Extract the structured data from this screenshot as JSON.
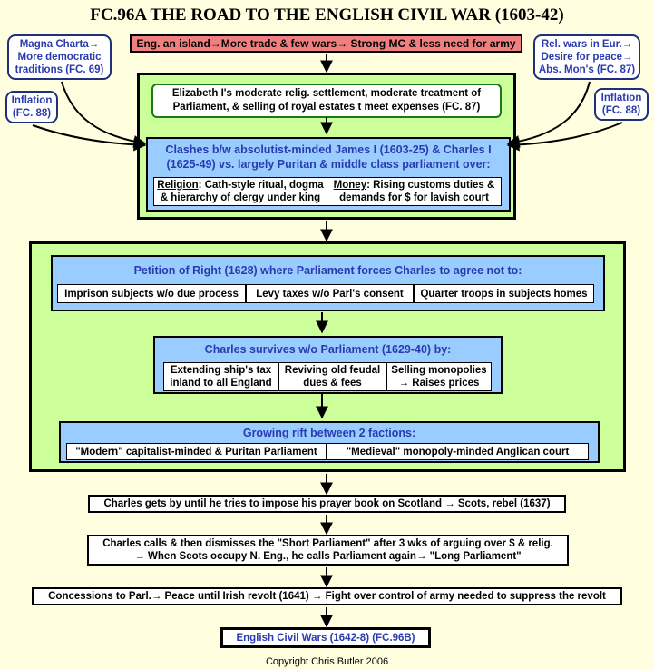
{
  "title": "FC.96A THE ROAD TO THE ENGLISH CIVIL WAR (1603-42)",
  "top_bar": "Eng. an island→More trade & few wars→ Strong MC & less need for army",
  "side_notes": {
    "left_top_line1": "Magna Charta→",
    "left_top_line2": "More democratic",
    "left_top_line3": "traditions (FC. 69)",
    "left_bottom_line1": "Inflation",
    "left_bottom_line2": "(FC. 88)",
    "right_top_line1": "Rel. wars in Eur.→",
    "right_top_line2": "Desire for peace→",
    "right_top_line3": "Abs. Mon's (FC. 87)",
    "right_bottom_line1": "Inflation",
    "right_bottom_line2": "(FC. 88)"
  },
  "elizabeth": {
    "line1": "Elizabeth I's moderate relig. settlement, moderate treatment of",
    "line2": "Parliament, & selling of royal estates t meet expenses (FC. 87)"
  },
  "clashes": {
    "line1": "Clashes b/w absolutist-minded James I (1603-25) & Charles I",
    "line2": "(1625-49) vs. largely Puritan & middle class parliament over:",
    "religion_label": "Religion",
    "religion_text1": ": Cath-style ritual, dogma",
    "religion_text2": "& hierarchy of clergy under king",
    "money_label": "Money",
    "money_text1": ": Rising customs duties &",
    "money_text2": "demands for $ for  lavish court"
  },
  "petition": {
    "header": "Petition of Right (1628) where Parliament forces Charles to agree not to:",
    "items": [
      "Imprison subjects w/o due process",
      "Levy taxes w/o Parl's consent",
      "Quarter troops in subjects homes"
    ]
  },
  "survives": {
    "header": "Charles survives w/o Parliament (1629-40) by:",
    "item1_line1": "Extending ship's tax",
    "item1_line2": "inland to all England",
    "item2_line1": "Reviving old feudal",
    "item2_line2": "dues & fees",
    "item3_line1": "Selling monopolies",
    "item3_line2": "→ Raises prices"
  },
  "rift": {
    "header": "Growing rift between 2 factions:",
    "left": "\"Modern\" capitalist-minded & Puritan Parliament",
    "right": "\"Medieval\" monopoly-minded Anglican court"
  },
  "flow": {
    "prayer": "Charles gets by until he tries to impose his prayer book on Scotland → Scots, rebel (1637)",
    "short_line1": "Charles calls & then dismisses the \"Short Parliament\" after 3 wks of arguing over $ & relig.",
    "short_line2": "→ When Scots occupy N. Eng., he calls Parliament again→  \"Long Parliament\"",
    "concessions": "Concessions to Parl.→ Peace until Irish revolt (1641) → Fight over control of army needed to suppress the revolt",
    "civil_wars": "English Civil Wars (1642-8)  (FC.96B)"
  },
  "footer": "Copyright Chris Butler 2006"
}
